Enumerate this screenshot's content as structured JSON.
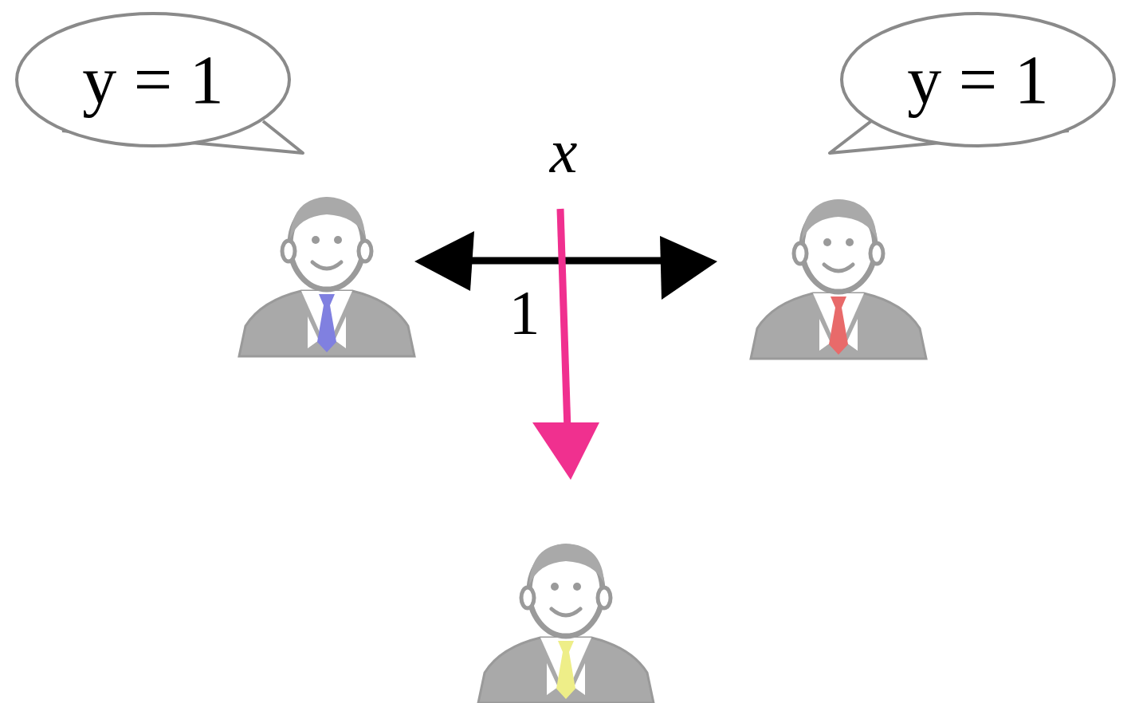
{
  "diagram": {
    "nodes": [
      {
        "text": [
          "y = 1"
        ]
      },
      {
        "text": [
          "y = 1"
        ]
      }
    ],
    "labels": [
      "x",
      "1"
    ]
  }
}
